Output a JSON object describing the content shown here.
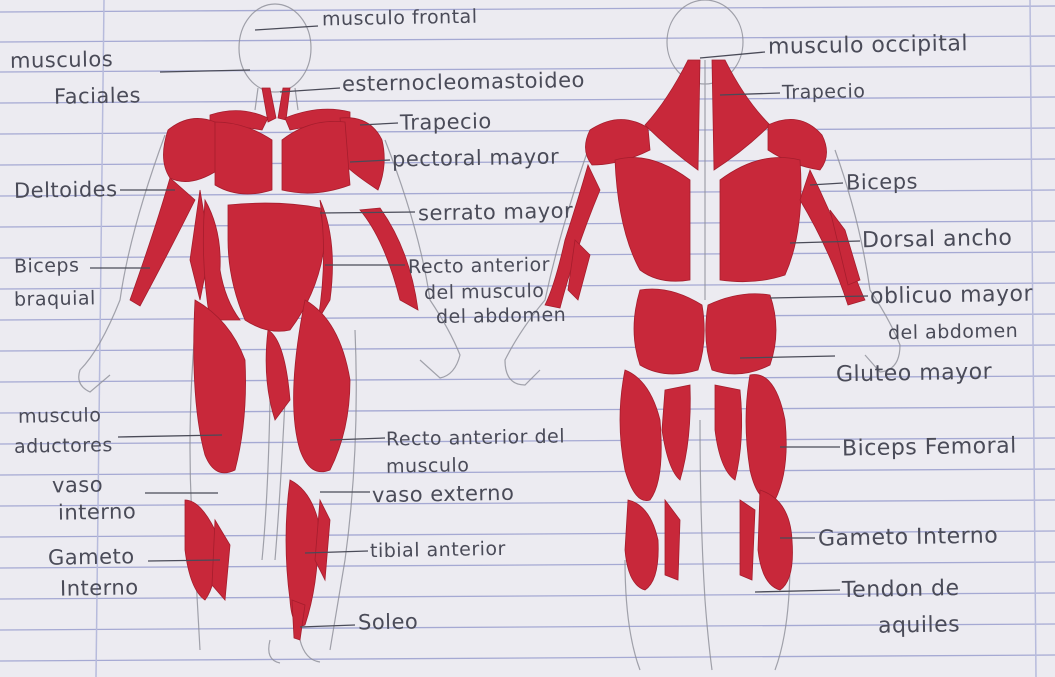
{
  "labels_left": {
    "musculos": "musculos",
    "faciales": "Faciales",
    "deltoides": "Deltoides",
    "biceps": "Biceps",
    "braquial": "braquial",
    "musculo_aductores": "musculo",
    "aductores": "aductores",
    "vaso": "vaso",
    "interno1": "interno",
    "gameto": "Gameto",
    "interno2": "Interno"
  },
  "labels_front": {
    "frontal": "musculo frontal",
    "esternocleido": "esternocleomastoideo",
    "trapecio": "Trapecio",
    "pectoral": "pectoral mayor",
    "serrato": "serrato mayor",
    "recto1": "Recto anterior",
    "recto2": "del musculo",
    "recto3": "del abdomen",
    "recto_ant1": "Recto anterior del",
    "recto_ant2": "musculo",
    "vaso_externo": "vaso externo",
    "tibial": "tibial anterior",
    "soleo": "Soleo"
  },
  "labels_back": {
    "occipital": "musculo occipital",
    "trapecio": "Trapecio",
    "biceps": "Biceps",
    "dorsal": "Dorsal ancho",
    "oblicuo1": "oblicuo mayor",
    "oblicuo2": "del abdomen",
    "gluteo": "Gluteo mayor",
    "biceps_femoral": "Biceps Femoral",
    "gameto": "Gameto Interno",
    "tendon1": "Tendon de",
    "tendon2": "aquiles"
  },
  "colors": {
    "paper": "#ecebf1",
    "rule_line": "#8e93c9",
    "margin_line": "#b7bbdc",
    "muscle": "#c8283a",
    "muscle_dark": "#a51d2d",
    "pencil": "#5a5b66"
  }
}
